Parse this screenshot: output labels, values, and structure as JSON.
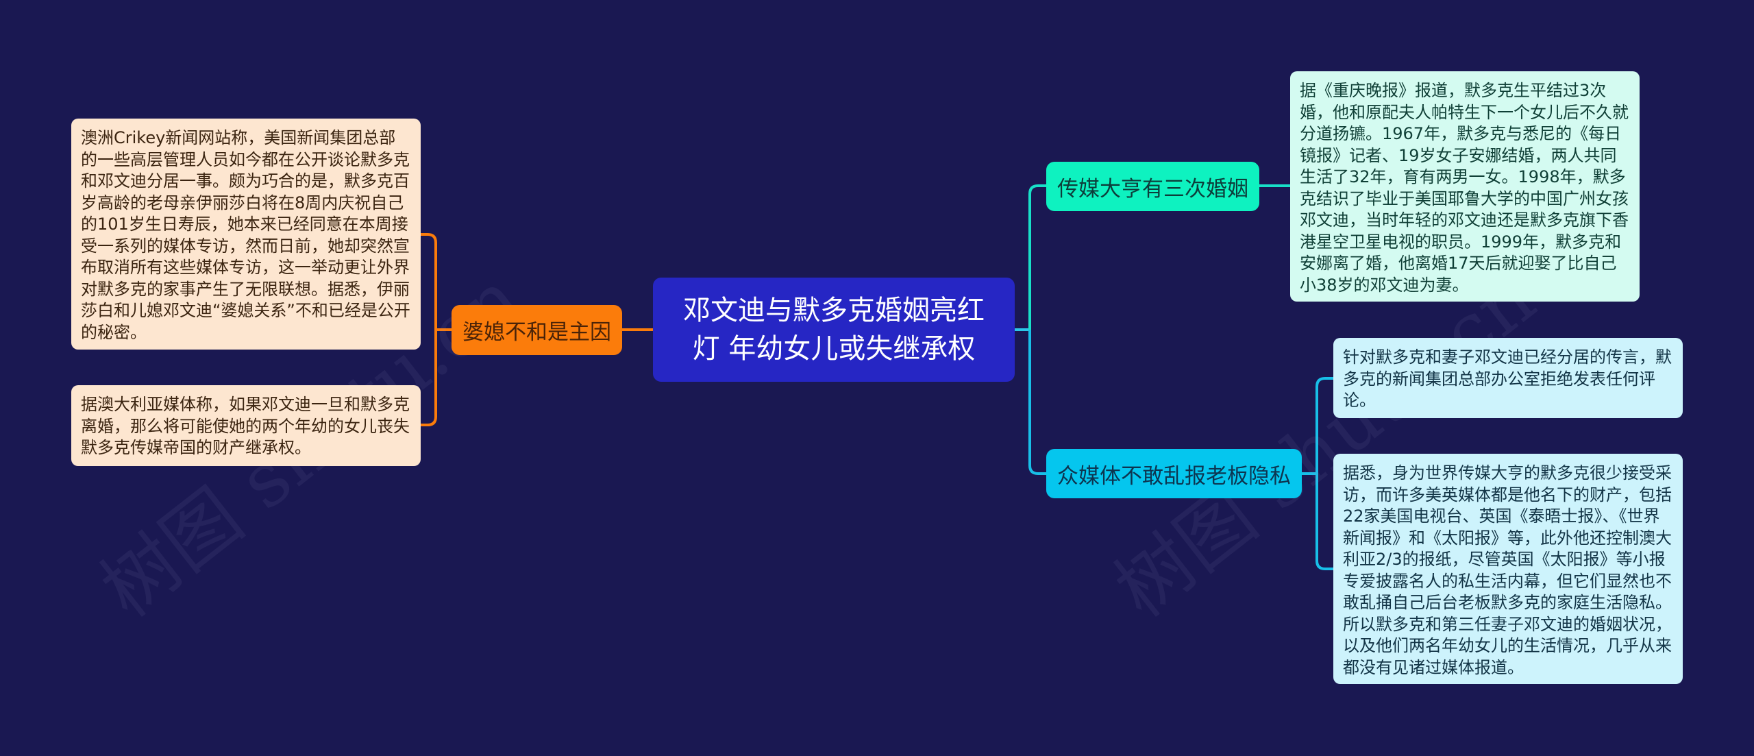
{
  "root": {
    "title": "邓文迪与默多克婚姻亮红灯 年幼女儿或失继承权",
    "color": "#2626c4"
  },
  "branches": [
    {
      "label": "婆媳不和是主因",
      "color": "#fb7c0b",
      "side": "left",
      "leaves": [
        "澳洲Crikey新闻网站称，美国新闻集团总部的一些高层管理人员如今都在公开谈论默多克和邓文迪分居一事。颇为巧合的是，默多克百岁高龄的老母亲伊丽莎白将在8周内庆祝自己的101岁生日寿辰，她本来已经同意在本周接受一系列的媒体专访，然而日前，她却突然宣布取消所有这些媒体专访，这一举动更让外界对默多克的家事产生了无限联想。据悉，伊丽莎白和儿媳邓文迪“婆媳关系”不和已经是公开的秘密。",
        "据澳大利亚媒体称，如果邓文迪一旦和默多克离婚，那么将可能使她的两个年幼的女儿丧失默多克传媒帝国的财产继承权。"
      ]
    },
    {
      "label": "传媒大亨有三次婚姻",
      "color": "#0ef2c0",
      "side": "right",
      "leaves": [
        "据《重庆晚报》报道，默多克生平结过3次婚，他和原配夫人帕特生下一个女儿后不久就分道扬镳。1967年，默多克与悉尼的《每日镜报》记者、19岁女子安娜结婚，两人共同生活了32年，育有两男一女。1998年，默多克结识了毕业于美国耶鲁大学的中国广州女孩邓文迪，当时年轻的邓文迪还是默多克旗下香港星空卫星电视的职员。1999年，默多克和安娜离了婚，他离婚17天后就迎娶了比自己小38岁的邓文迪为妻。"
      ]
    },
    {
      "label": "众媒体不敢乱报老板隐私",
      "color": "#05c6ee",
      "side": "right",
      "leaves": [
        "针对默多克和妻子邓文迪已经分居的传言，默多克的新闻集团总部办公室拒绝发表任何评论。",
        "据悉，身为世界传媒大亨的默多克很少接受采访，而许多美英媒体都是他名下的财产，包括22家美国电视台、英国《泰晤士报》、《世界新闻报》和《太阳报》等，此外他还控制澳大利亚2/3的报纸，尽管英国《太阳报》等小报专爱披露名人的私生活内幕，但它们显然也不敢乱捅自己后台老板默多克的家庭生活隐私。所以默多克和第三任妻子邓文迪的婚姻状况，以及他们两名年幼女儿的生活情况，几乎从来都没有见诸过媒体报道。"
      ]
    }
  ],
  "watermark": {
    "text_left": "树图 shutu.cn",
    "text_right": "树图 shutu.cn"
  },
  "background_color": "#1a1852"
}
